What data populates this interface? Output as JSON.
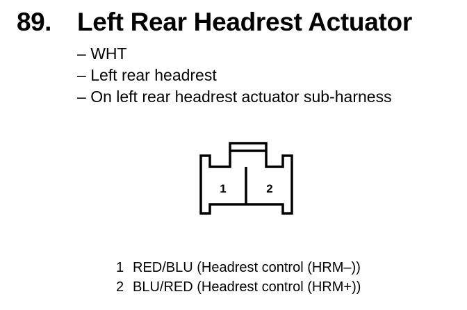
{
  "heading": {
    "number": "89.",
    "title": "Left Rear Headrest Actuator"
  },
  "details": [
    "WHT",
    "Left rear headrest",
    "On left rear headrest actuator sub-harness"
  ],
  "connector": {
    "pins": [
      "1",
      "2"
    ]
  },
  "pinout": [
    {
      "pin": "1",
      "description": "RED/BLU (Headrest control (HRM–))"
    },
    {
      "pin": "2",
      "description": "BLU/RED (Headrest control (HRM+))"
    }
  ]
}
